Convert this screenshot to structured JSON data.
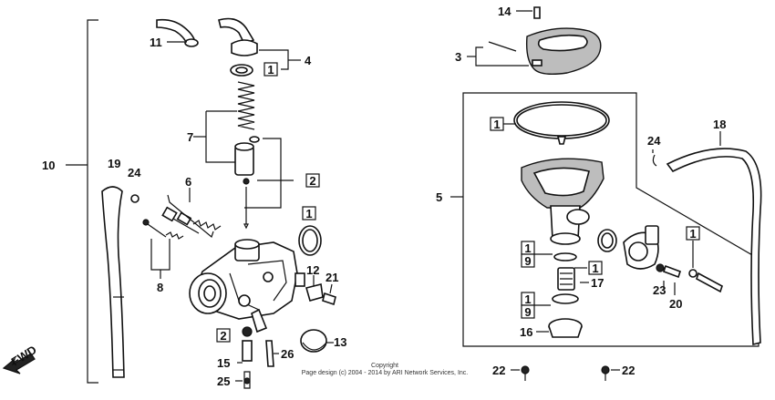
{
  "diagram": {
    "callouts": {
      "c1_4": "1",
      "c1_2": "2",
      "c1_13": "1",
      "c2_8": "2",
      "c1_5top": "1",
      "c1_a": "1",
      "c9_a": "9",
      "c1_17": "1",
      "c1_b": "1",
      "c9_b": "9",
      "c1_20": "1"
    },
    "labels": {
      "n10": "10",
      "n11": "11",
      "n4": "4",
      "n7": "7",
      "n6": "6",
      "n19": "19",
      "n24a": "24",
      "n8": "8",
      "n12": "12",
      "n21": "21",
      "n13": "13",
      "n15": "15",
      "n25": "25",
      "n26": "26",
      "n14": "14",
      "n3": "3",
      "n5": "5",
      "n24b": "24",
      "n18": "18",
      "n17": "17",
      "n16": "16",
      "n23": "23",
      "n20": "20",
      "n22a": "22",
      "n22b": "22",
      "fwd": "FWD"
    },
    "copyright": {
      "line1": "Copyright",
      "line2": "Page design (c) 2004 - 2014 by ARI Network Services, Inc."
    }
  }
}
